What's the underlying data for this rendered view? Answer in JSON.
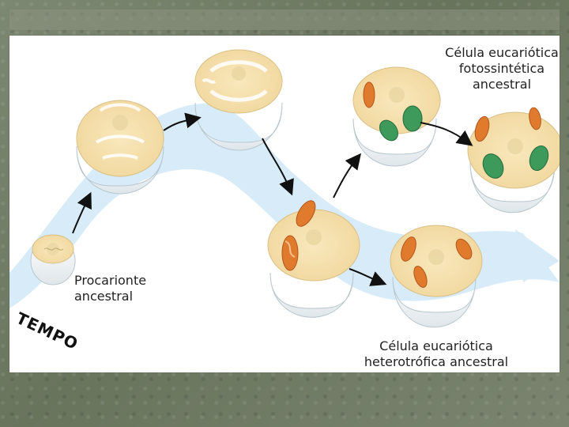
{
  "labels": {
    "time_axis": "TEMPO",
    "prokaryote_line1": "Procarionte",
    "prokaryote_line2": "ancestral",
    "photosynthetic_line1": "Célula eucariótica",
    "photosynthetic_line2": "fotossintética",
    "photosynthetic_line3": "ancestral",
    "heterotrophic_line1": "Célula eucariótica",
    "heterotrophic_line2": "heterotrófica ancestral"
  },
  "colors": {
    "band": "#d7ecf8",
    "cytoplasm": "#f6e0a6",
    "shell": "#eef4f7",
    "mitochondria": "#e07a2c",
    "chloroplast": "#3d9a5b",
    "arrow": "#111111"
  }
}
